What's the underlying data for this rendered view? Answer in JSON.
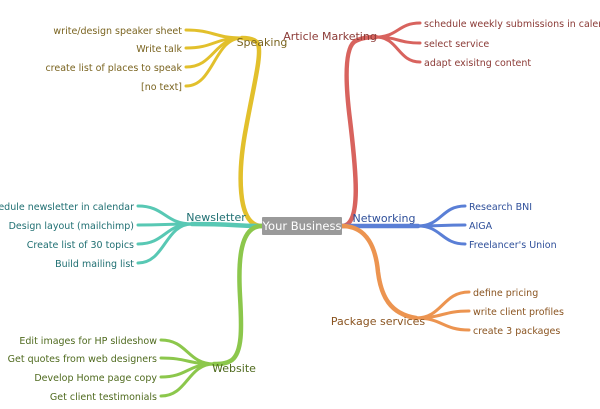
{
  "center": {
    "label": "Your Business",
    "color": "#9a9a9a"
  },
  "branches": [
    {
      "key": "speaking",
      "label": "Speaking",
      "color": "#e2c02c",
      "text_color": "#7a6420",
      "leaves": [
        "write/design speaker sheet",
        "Write talk",
        "create list of places to speak",
        "[no text]"
      ]
    },
    {
      "key": "article",
      "label": "Article Marketing",
      "color": "#d8635e",
      "text_color": "#8b3a36",
      "leaves": [
        "schedule weekly submissions in calendar",
        "select service",
        "adapt exisitng content"
      ]
    },
    {
      "key": "networking",
      "label": "Networking",
      "color": "#5a7fd6",
      "text_color": "#2e4f9a",
      "leaves": [
        "Research BNI",
        "AIGA",
        "Freelancer's Union"
      ]
    },
    {
      "key": "package",
      "label": "Package services",
      "color": "#ec9450",
      "text_color": "#8a5420",
      "leaves": [
        "define pricing",
        "write client profiles",
        "create 3 packages"
      ]
    },
    {
      "key": "newsletter",
      "label": "Newsletter",
      "color": "#58c8b4",
      "text_color": "#1f6f72",
      "leaves": [
        "Schedule newsletter in calendar",
        "Design layout (mailchimp)",
        "Create list of 30 topics",
        "Build mailing list"
      ]
    },
    {
      "key": "website",
      "label": "Website",
      "color": "#8cc74c",
      "text_color": "#4f6a1e",
      "leaves": [
        "Edit images for HP slideshow",
        "Get quotes from web designers",
        "Develop Home page copy",
        "Get client testimonials"
      ]
    }
  ]
}
